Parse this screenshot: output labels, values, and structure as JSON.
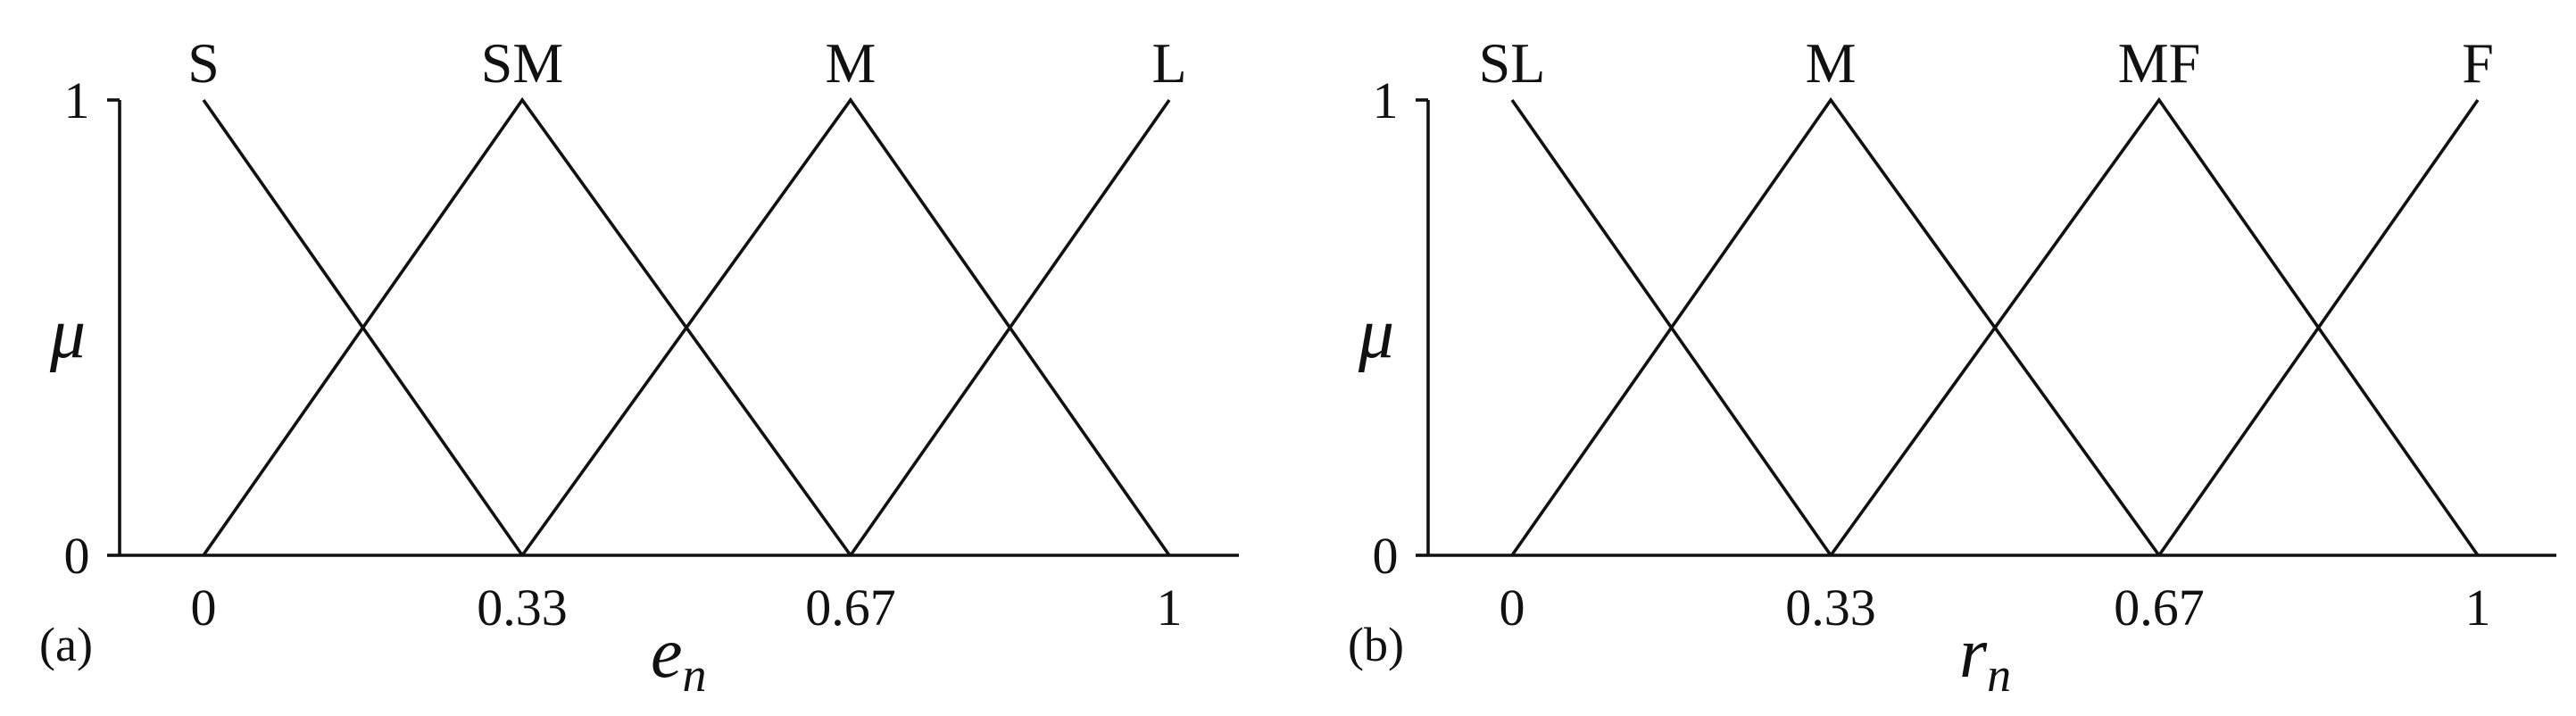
{
  "chart_data": [
    {
      "type": "line",
      "panel_label": "(a)",
      "ylabel": "μ",
      "xlabel_var": "e",
      "xlabel_sub": "n",
      "x_ticks": [
        {
          "label": "0",
          "value": 0
        },
        {
          "label": "0.33",
          "value": 0.33
        },
        {
          "label": "0.67",
          "value": 0.67
        },
        {
          "label": "1",
          "value": 1
        }
      ],
      "y_ticks": [
        {
          "label": "1",
          "value": 1
        },
        {
          "label": "0",
          "value": 0
        }
      ],
      "xlim": [
        0,
        1
      ],
      "ylim": [
        0,
        1
      ],
      "series": [
        {
          "name": "S",
          "x": [
            0,
            0.33
          ],
          "y": [
            1,
            0
          ]
        },
        {
          "name": "SM",
          "x": [
            0,
            0.33,
            0.67
          ],
          "y": [
            0,
            1,
            0
          ]
        },
        {
          "name": "M",
          "x": [
            0.33,
            0.67,
            1
          ],
          "y": [
            0,
            1,
            0
          ]
        },
        {
          "name": "L",
          "x": [
            0.67,
            1
          ],
          "y": [
            0,
            1
          ]
        }
      ]
    },
    {
      "type": "line",
      "panel_label": "(b)",
      "ylabel": "μ",
      "xlabel_var": "r",
      "xlabel_sub": "n",
      "x_ticks": [
        {
          "label": "0",
          "value": 0
        },
        {
          "label": "0.33",
          "value": 0.33
        },
        {
          "label": "0.67",
          "value": 0.67
        },
        {
          "label": "1",
          "value": 1
        }
      ],
      "y_ticks": [
        {
          "label": "1",
          "value": 1
        },
        {
          "label": "0",
          "value": 0
        }
      ],
      "xlim": [
        0,
        1
      ],
      "ylim": [
        0,
        1
      ],
      "series": [
        {
          "name": "SL",
          "x": [
            0,
            0.33
          ],
          "y": [
            1,
            0
          ]
        },
        {
          "name": "M",
          "x": [
            0,
            0.33,
            0.67
          ],
          "y": [
            0,
            1,
            0
          ]
        },
        {
          "name": "MF",
          "x": [
            0.33,
            0.67,
            1
          ],
          "y": [
            0,
            1,
            0
          ]
        },
        {
          "name": "F",
          "x": [
            0.67,
            1
          ],
          "y": [
            0,
            1
          ]
        }
      ]
    }
  ]
}
